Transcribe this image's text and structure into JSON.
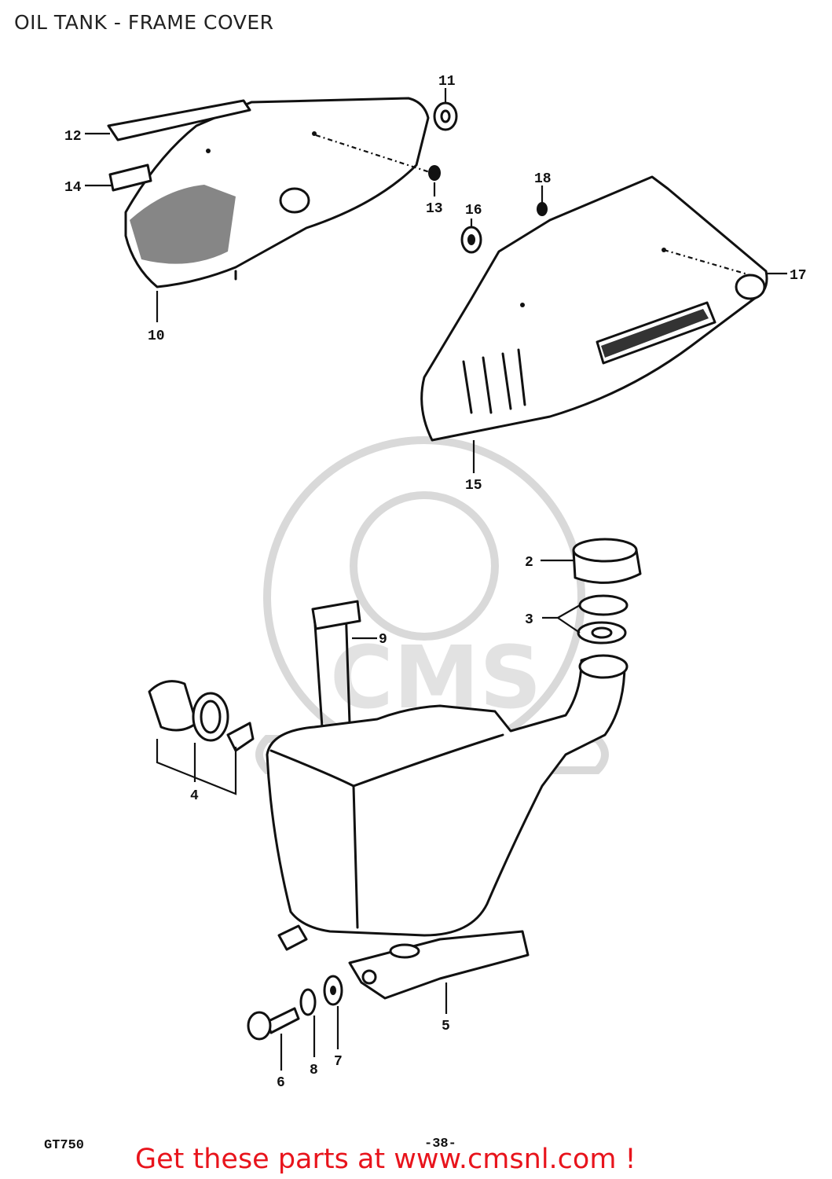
{
  "title": "OIL TANK - FRAME COVER",
  "model": "GT750",
  "page_number": "-38-",
  "promo_text": "Get these parts at www.cmsnl.com !",
  "watermark": "CMS",
  "callouts": [
    {
      "id": "c1",
      "text": "11"
    },
    {
      "id": "c2",
      "text": "12"
    },
    {
      "id": "c3",
      "text": "14"
    },
    {
      "id": "c4",
      "text": "13"
    },
    {
      "id": "c5",
      "text": "10"
    },
    {
      "id": "c6",
      "text": "18"
    },
    {
      "id": "c7",
      "text": "16"
    },
    {
      "id": "c8",
      "text": "17"
    },
    {
      "id": "c9",
      "text": "15"
    },
    {
      "id": "c10",
      "text": "2"
    },
    {
      "id": "c11",
      "text": "3"
    },
    {
      "id": "c12",
      "text": "9"
    },
    {
      "id": "c13",
      "text": "4"
    },
    {
      "id": "c14",
      "text": "5"
    },
    {
      "id": "c15",
      "text": "6"
    },
    {
      "id": "c16",
      "text": "8"
    },
    {
      "id": "c17",
      "text": "7"
    }
  ],
  "colors": {
    "promo": "#e8141c",
    "ink": "#111111",
    "watermark": "#d9d9d9"
  }
}
